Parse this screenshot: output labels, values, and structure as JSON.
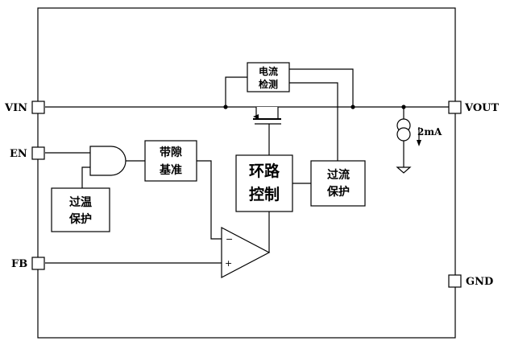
{
  "pins": {
    "vin": "VIN",
    "en": "EN",
    "fb": "FB",
    "vout": "VOUT",
    "gnd": "GND"
  },
  "blocks": {
    "current_sense": [
      "电流",
      "检测"
    ],
    "bandgap_ref": [
      "带隙",
      "基准"
    ],
    "thermal_protect": [
      "过温",
      "保护"
    ],
    "loop_control": [
      "环路",
      "控制"
    ],
    "overcurrent_protect": [
      "过流",
      "保护"
    ]
  },
  "opamp": {
    "minus": "−",
    "plus": "+"
  },
  "current_source_label": "2mA"
}
